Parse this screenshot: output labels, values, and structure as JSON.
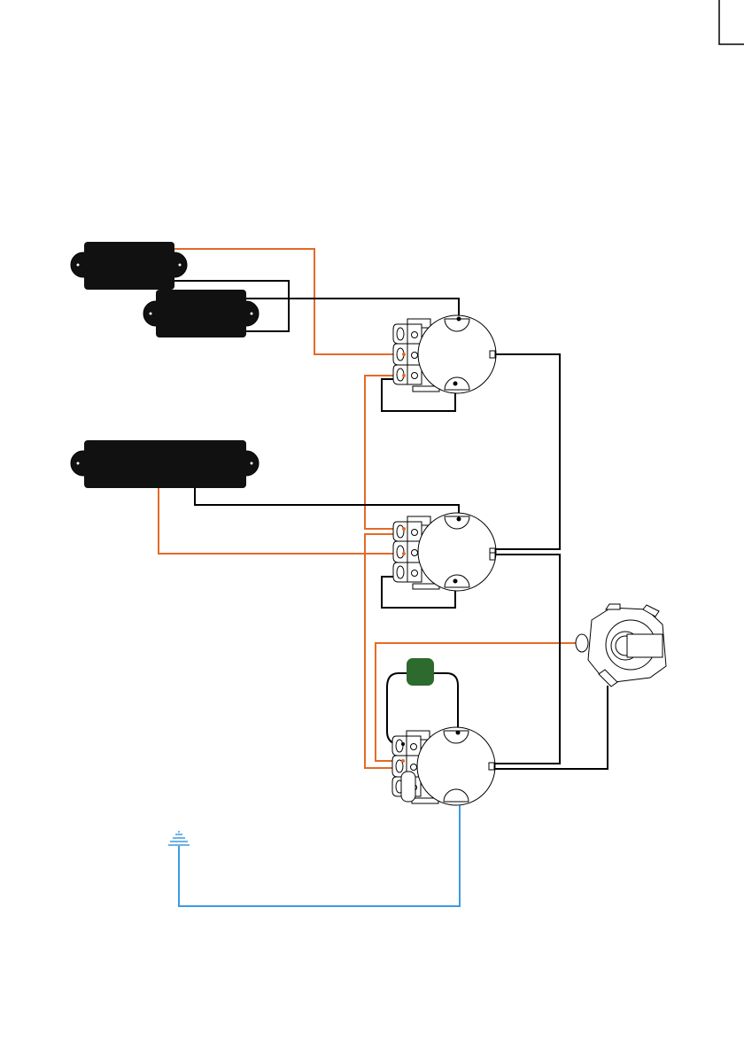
{
  "colors": {
    "hot_wire": "#e46a27",
    "ground_wire": "#000000",
    "earth_wire": "#3d9ae0",
    "pickup_body": "#111111",
    "capacitor": "#2d6a2d",
    "background": "#ffffff"
  },
  "components": {
    "pickups": [
      {
        "id": "p-split-upper"
      },
      {
        "id": "p-split-lower"
      },
      {
        "id": "j-bar"
      }
    ],
    "pots": [
      {
        "id": "volume-1"
      },
      {
        "id": "volume-2"
      },
      {
        "id": "tone"
      }
    ],
    "capacitor": {
      "id": "tone-cap"
    },
    "jack": {
      "id": "output-jack"
    },
    "ground": {
      "icon": "ground-symbol-icon"
    }
  }
}
